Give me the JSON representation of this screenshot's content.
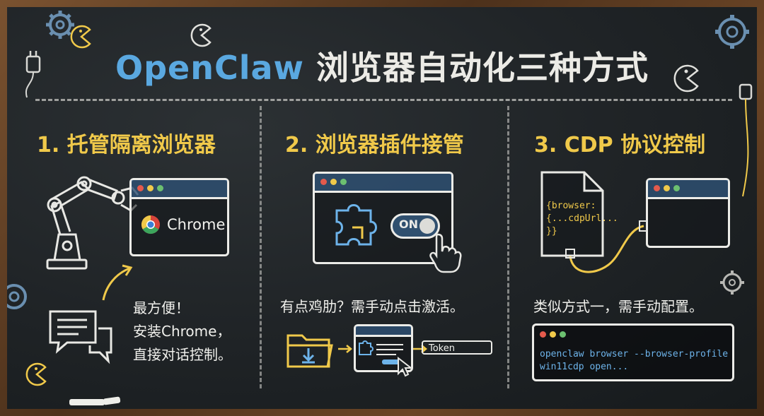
{
  "title": {
    "brand": "OpenClaw",
    "rest": "浏览器自动化三种方式"
  },
  "sections": [
    {
      "heading": "1. 托管隔离浏览器",
      "window_label": "Chrome",
      "caption": [
        "最方便！",
        "安装Chrome，",
        "直接对话控制。"
      ]
    },
    {
      "heading": "2. 浏览器插件接管",
      "toggle_label": "ON",
      "caption": "有点鸡肋？需手动点击激活。",
      "field_label": "Token"
    },
    {
      "heading": "3. CDP 协议控制",
      "config": [
        "{browser:",
        "{...cdpUrl...",
        "}}"
      ],
      "caption": "类似方式一，需手动配置。",
      "terminal": [
        "openclaw browser --browser-profile",
        "win11cdp open..."
      ]
    }
  ],
  "colors": {
    "brand": "#5aa8e0",
    "heading": "#f0c94a",
    "chalk": "#f2f2ee",
    "terminal_text": "#6db3ea"
  },
  "icons": [
    "robot-arm-icon",
    "chrome-logo-icon",
    "chat-bubbles-icon",
    "puzzle-icon",
    "hand-cursor-icon",
    "folder-download-icon",
    "pointer-cursor-icon",
    "document-icon",
    "cable-icon",
    "gear-icon",
    "pacman-icon",
    "plug-icon"
  ]
}
